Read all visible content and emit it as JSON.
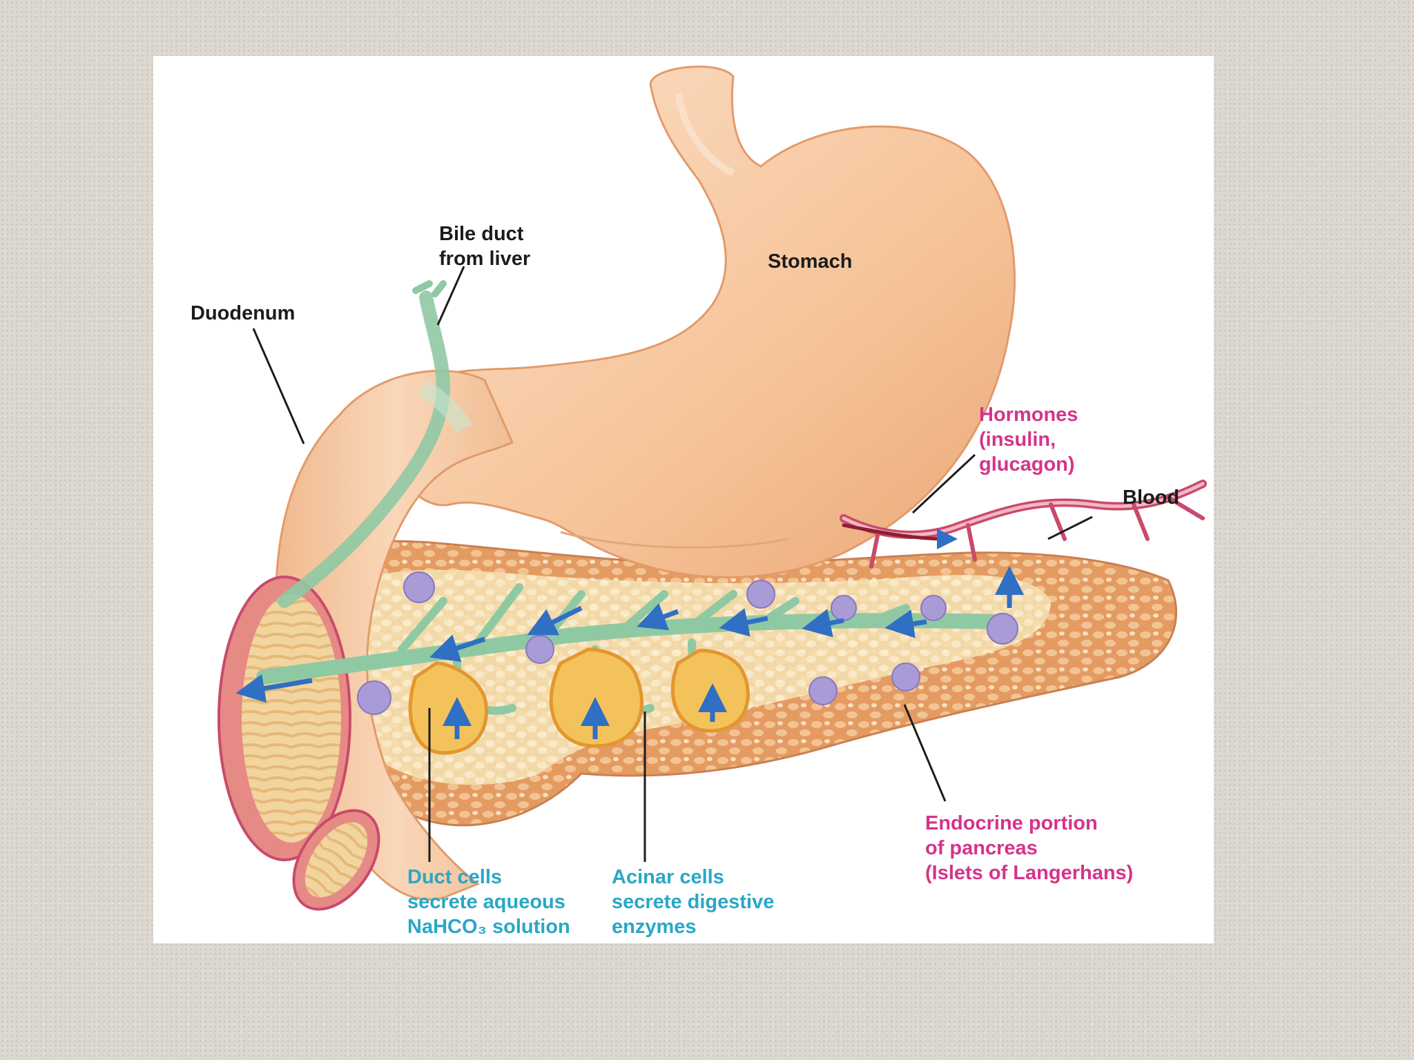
{
  "labels": {
    "bile_duct": [
      "Bile duct",
      "from liver"
    ],
    "stomach": "Stomach",
    "duodenum": "Duodenum",
    "hormones": [
      "Hormones",
      "(insulin,",
      "glucagon)"
    ],
    "blood": "Blood",
    "endocrine": [
      "Endocrine portion",
      "of pancreas",
      "(Islets of Langerhans)"
    ],
    "duct_cells": [
      "Duct cells",
      "secrete aqueous",
      "NaHCO₃ solution"
    ],
    "acinar_cells": [
      "Acinar cells",
      "secrete digestive",
      "enzymes"
    ]
  },
  "colors": {
    "stomach": "#f6c49a",
    "pancreas": "#e6a16a",
    "duct": "#8fc9a4",
    "flow_arrow": "#2f6fc4",
    "vessel": "#c94a6a",
    "islet": "#a99bd6",
    "pink_label": "#d6338b",
    "cyan_label": "#2aa7c6",
    "dark_label": "#1c1c1c"
  }
}
